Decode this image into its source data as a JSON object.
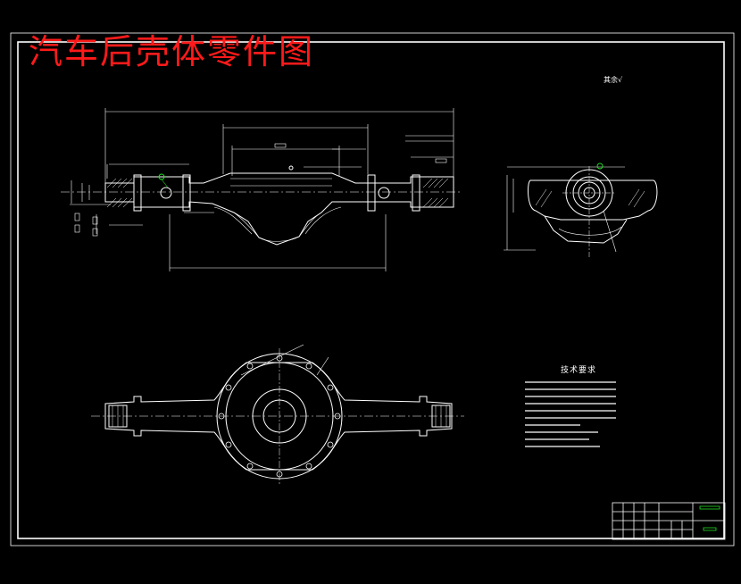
{
  "drawing": {
    "title": "汽车后壳体零件图",
    "technical_requirements_title": "技术要求",
    "roughness_note": "其余√"
  },
  "colors": {
    "background": "#000000",
    "line": "#ffffff",
    "title": "#ff1a1a",
    "datum": "#22dd22",
    "annotation": "#ffff55"
  }
}
